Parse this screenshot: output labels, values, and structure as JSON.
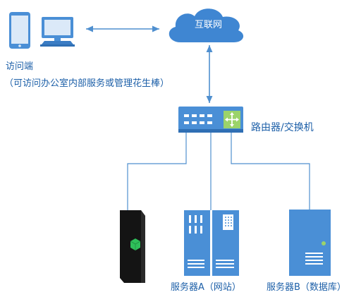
{
  "internet": {
    "label": "互联网"
  },
  "client": {
    "label": "访问端",
    "note": "（可访问办公室内部服务或管理花生棒）"
  },
  "router": {
    "label": "路由器/交换机"
  },
  "servers": {
    "a_label": "服务器A（网站）",
    "b_label": "服务器B（数据库）"
  },
  "colors": {
    "device_blue": "#4a8fd6",
    "device_blue_dark": "#2f6fb4",
    "line": "#4f8fcf",
    "text": "#1c5fa8",
    "cloud": "#3f86d2",
    "green": "#2fbf5a"
  }
}
